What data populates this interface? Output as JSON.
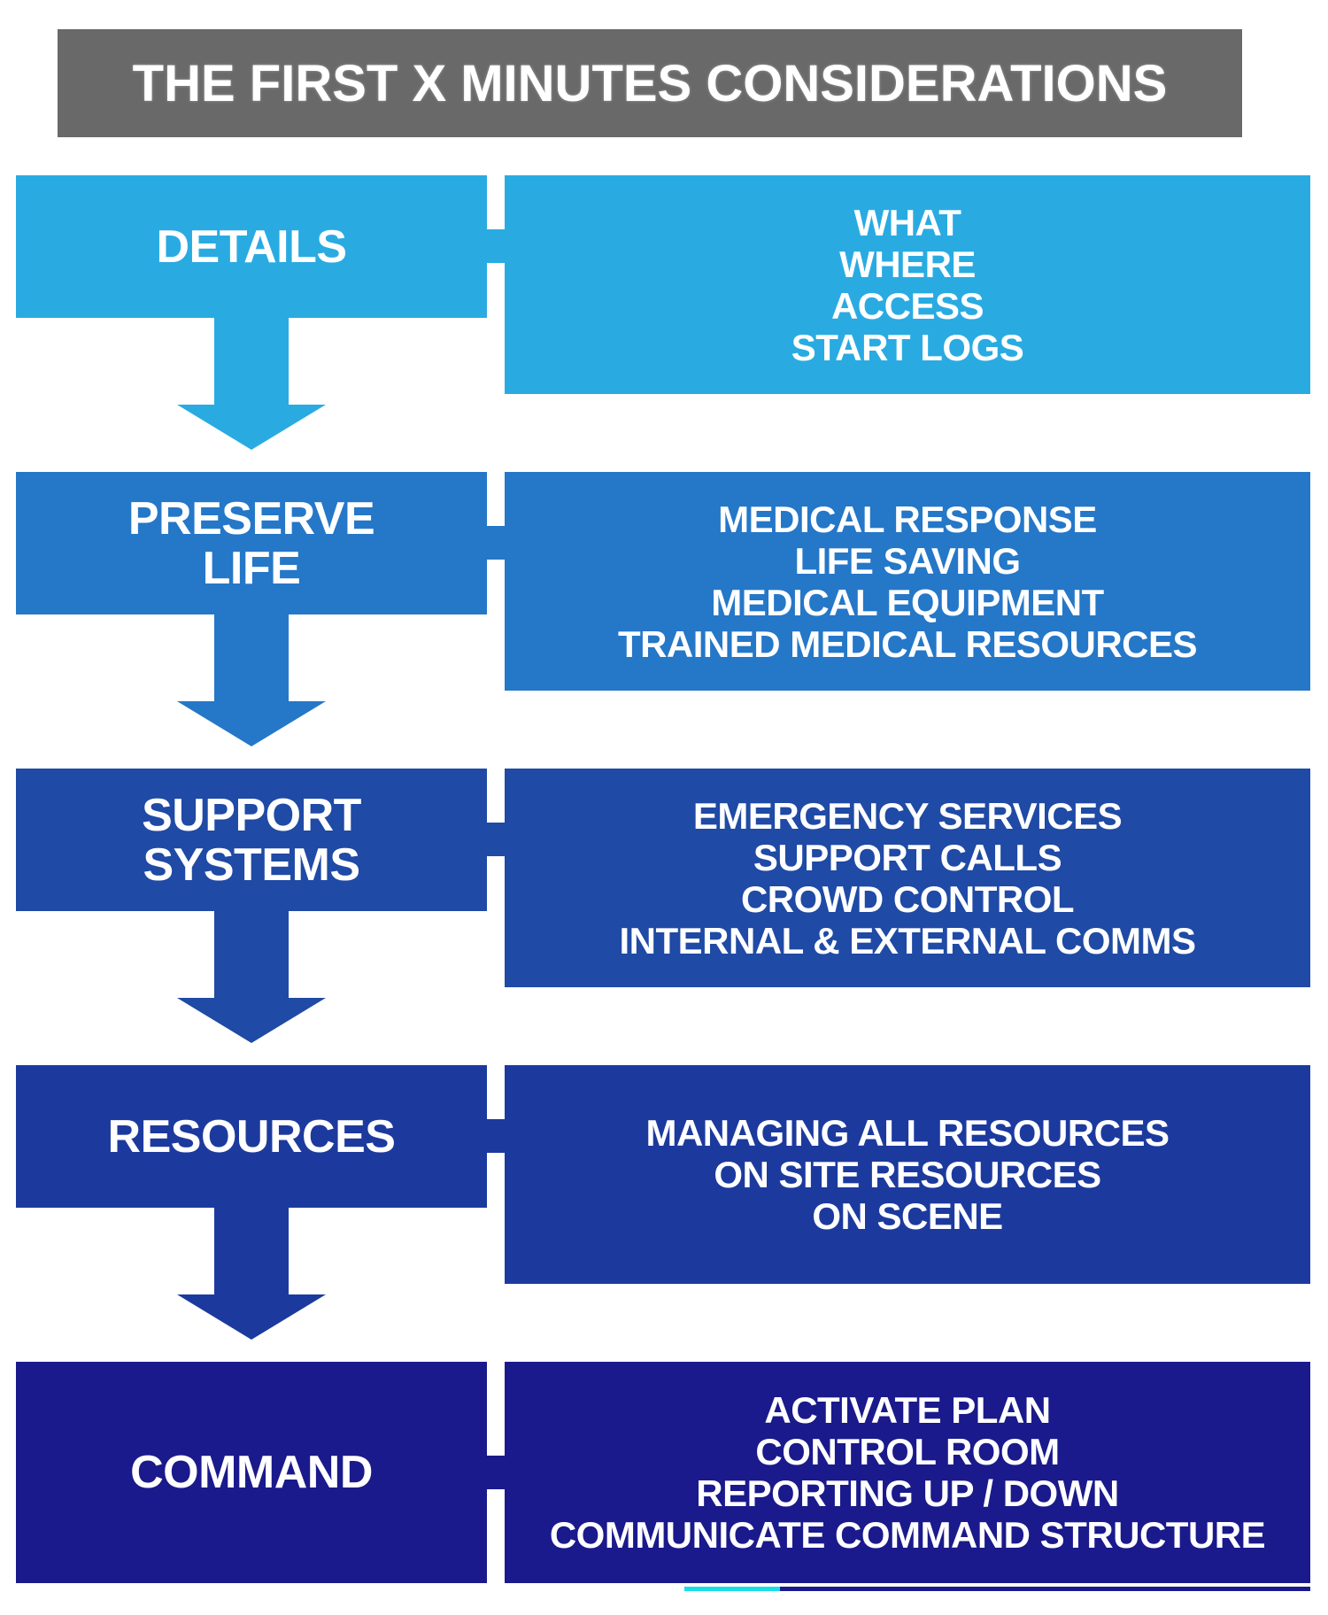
{
  "title": "THE FIRST X MINUTES CONSIDERATIONS",
  "colors": {
    "title_bar": "#696969",
    "background": "#ffffff",
    "text": "#ffffff",
    "accent_cyan": "#1ADFE8",
    "accent_navy": "#1A1A8C"
  },
  "stages": [
    {
      "id": "details",
      "color": "#29ABE2",
      "label_lines": [
        "DETAILS"
      ],
      "items": [
        "WHAT",
        "WHERE",
        "ACCESS",
        "START LOGS"
      ]
    },
    {
      "id": "preserve-life",
      "color": "#2577C8",
      "label_lines": [
        "PRESERVE",
        "LIFE"
      ],
      "items": [
        "MEDICAL RESPONSE",
        "LIFE SAVING",
        "MEDICAL EQUIPMENT",
        "TRAINED MEDICAL RESOURCES"
      ]
    },
    {
      "id": "support-systems",
      "color": "#1F4AA5",
      "label_lines": [
        "SUPPORT",
        "SYSTEMS"
      ],
      "items": [
        "EMERGENCY SERVICES",
        "SUPPORT CALLS",
        "CROWD CONTROL",
        "INTERNAL & EXTERNAL COMMS"
      ]
    },
    {
      "id": "resources",
      "color": "#1C3A9E",
      "label_lines": [
        "RESOURCES"
      ],
      "items": [
        "MANAGING ALL RESOURCES",
        "ON SITE RESOURCES",
        "ON SCENE"
      ]
    },
    {
      "id": "command",
      "color": "#1A1A8C",
      "label_lines": [
        "COMMAND"
      ],
      "items": [
        "ACTIVATE PLAN",
        "CONTROL ROOM",
        "REPORTING UP / DOWN",
        "COMMUNICATE COMMAND STRUCTURE"
      ]
    }
  ]
}
